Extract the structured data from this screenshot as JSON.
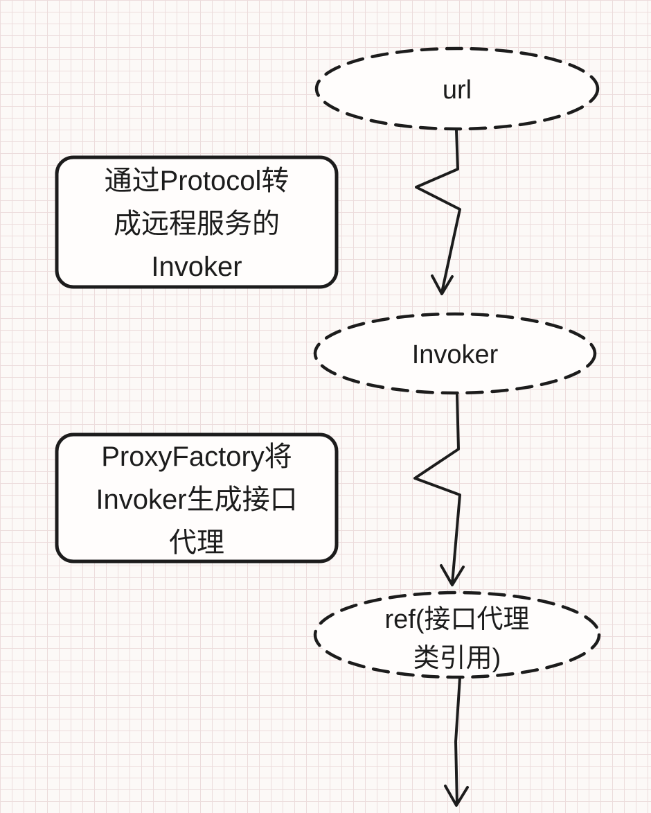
{
  "colors": {
    "stroke": "#1c1c1c",
    "shape_fill": "#fffdfc",
    "grid_line": "#ecdcdc",
    "background": "#fcf9f7",
    "text": "#1c1c1c"
  },
  "nodes": [
    {
      "id": "url",
      "shape": "dashed-ellipse",
      "lines": [
        "url"
      ]
    },
    {
      "id": "invoker",
      "shape": "dashed-ellipse",
      "lines": [
        "Invoker"
      ]
    },
    {
      "id": "ref",
      "shape": "dashed-ellipse",
      "lines": [
        "ref(接口代理",
        "类引用)"
      ]
    }
  ],
  "notes": [
    {
      "id": "protocol-note",
      "shape": "rounded-rect",
      "lines": [
        "通过Protocol转",
        "成远程服务的",
        "Invoker"
      ]
    },
    {
      "id": "proxyfactory-note",
      "shape": "rounded-rect",
      "lines": [
        "ProxyFactory将",
        "Invoker生成接口",
        "代理"
      ]
    }
  ],
  "edges": [
    {
      "from": "url",
      "to": "invoker",
      "style": "zigzag-arrow"
    },
    {
      "from": "invoker",
      "to": "ref",
      "style": "zigzag-arrow"
    },
    {
      "from": "ref",
      "to": "offscreen-bottom",
      "style": "straight-arrow"
    }
  ]
}
